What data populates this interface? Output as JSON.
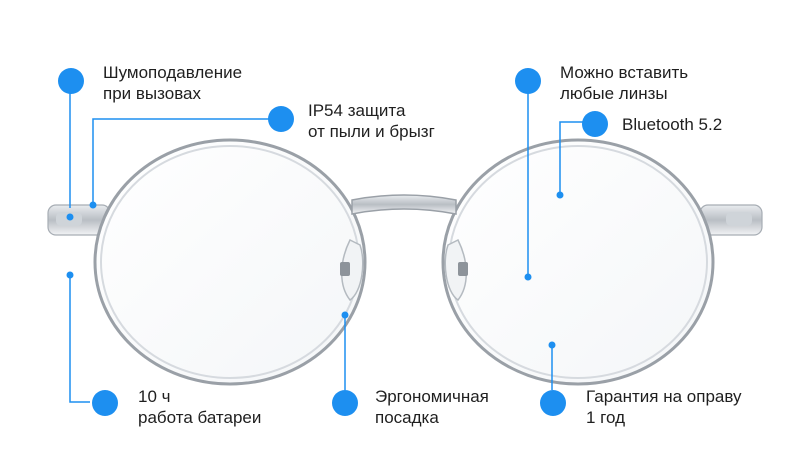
{
  "accent_color": "#1d8ff0",
  "product": {
    "name": "smart-glasses",
    "icon": "glasses-icon"
  },
  "features": [
    {
      "id": "noise",
      "lines": [
        "Шумоподавление",
        "при вызовах"
      ]
    },
    {
      "id": "ip54",
      "lines": [
        "IP54 защита",
        "от пыли и брызг"
      ]
    },
    {
      "id": "lenses",
      "lines": [
        "Можно вставить",
        "любые линзы"
      ]
    },
    {
      "id": "bluetooth",
      "lines": [
        "Bluetooth 5.2"
      ]
    },
    {
      "id": "battery",
      "lines": [
        "10 ч",
        "работа батареи"
      ]
    },
    {
      "id": "fit",
      "lines": [
        "Эргономичная",
        "посадка"
      ]
    },
    {
      "id": "warranty",
      "lines": [
        "Гарантия на оправу",
        "1 год"
      ]
    }
  ]
}
